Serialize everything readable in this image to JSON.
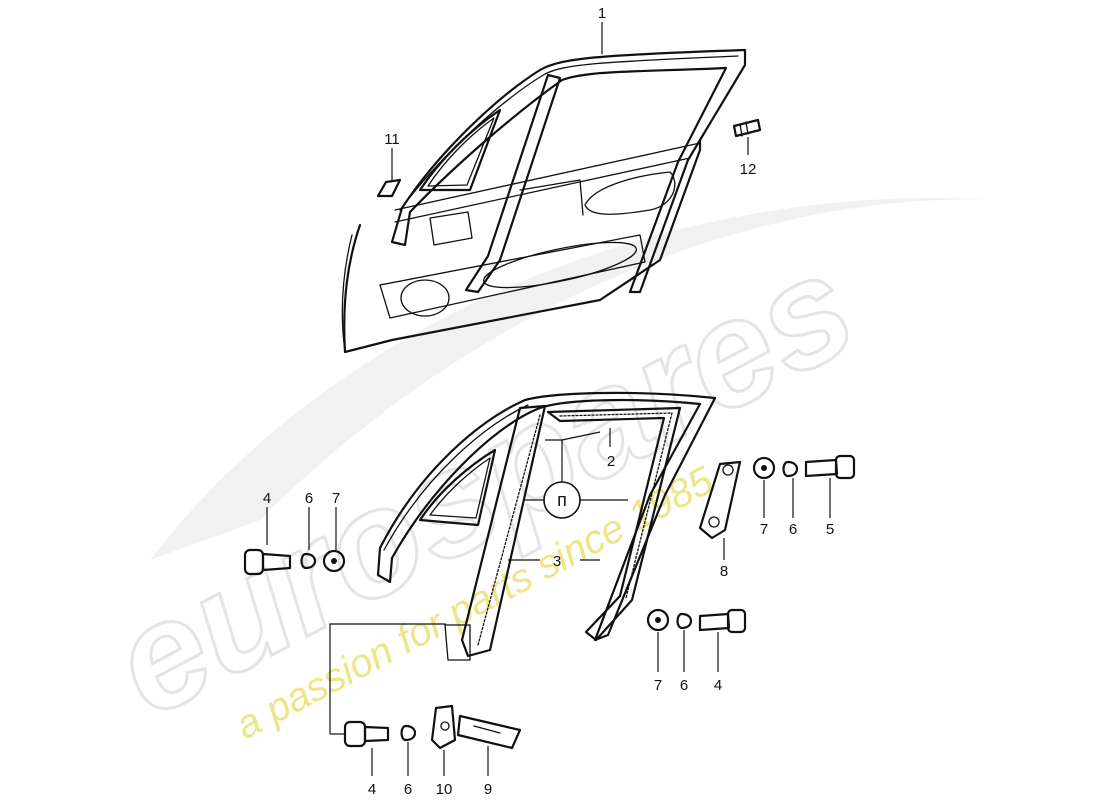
{
  "diagram": {
    "callouts": [
      {
        "id": "callout-1",
        "label": "1"
      },
      {
        "id": "callout-2",
        "label": "2"
      },
      {
        "id": "callout-3",
        "label": "3"
      },
      {
        "id": "callout-4-left",
        "label": "4"
      },
      {
        "id": "callout-6-left",
        "label": "6"
      },
      {
        "id": "callout-7-left",
        "label": "7"
      },
      {
        "id": "callout-7-right-top",
        "label": "7"
      },
      {
        "id": "callout-6-right-top",
        "label": "6"
      },
      {
        "id": "callout-5",
        "label": "5"
      },
      {
        "id": "callout-8",
        "label": "8"
      },
      {
        "id": "callout-7-right-bottom",
        "label": "7"
      },
      {
        "id": "callout-6-right-bottom",
        "label": "6"
      },
      {
        "id": "callout-4-right",
        "label": "4"
      },
      {
        "id": "callout-4-bottom",
        "label": "4"
      },
      {
        "id": "callout-6-bottom",
        "label": "6"
      },
      {
        "id": "callout-10",
        "label": "10"
      },
      {
        "id": "callout-9",
        "label": "9"
      },
      {
        "id": "callout-11",
        "label": "11"
      },
      {
        "id": "callout-12",
        "label": "12"
      }
    ],
    "adhesive_symbol": "п",
    "watermark": {
      "logo": "eurospares",
      "tagline": "a passion for parts since 1985"
    }
  }
}
